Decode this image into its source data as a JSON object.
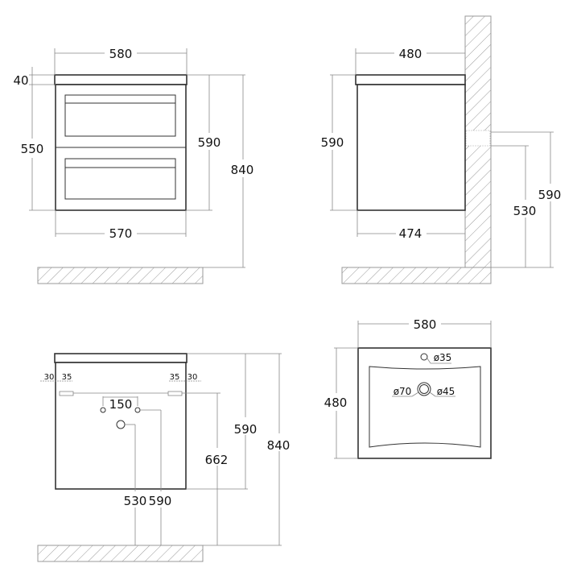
{
  "front_view": {
    "width_top": "580",
    "top_thickness": "40",
    "body_height": "550",
    "total_height": "590",
    "floor_height": "840",
    "width_bottom": "570"
  },
  "side_view": {
    "depth_top": "480",
    "height": "590",
    "depth_bottom": "474",
    "mount_upper": "590",
    "mount_lower": "530"
  },
  "rear_view": {
    "left_offset": "30",
    "left_bracket": "35",
    "right_bracket": "35",
    "right_offset": "30",
    "pipe_spacing": "150",
    "height": "590",
    "total_height": "840",
    "bracket_height": "662",
    "drain_height": "530",
    "pipe_height": "590"
  },
  "top_view": {
    "width": "580",
    "depth": "480",
    "tap_hole": "ø35",
    "drain_outer": "ø70",
    "drain_inner": "ø45"
  },
  "colors": {
    "line": "#333333",
    "dimension": "#888888"
  }
}
